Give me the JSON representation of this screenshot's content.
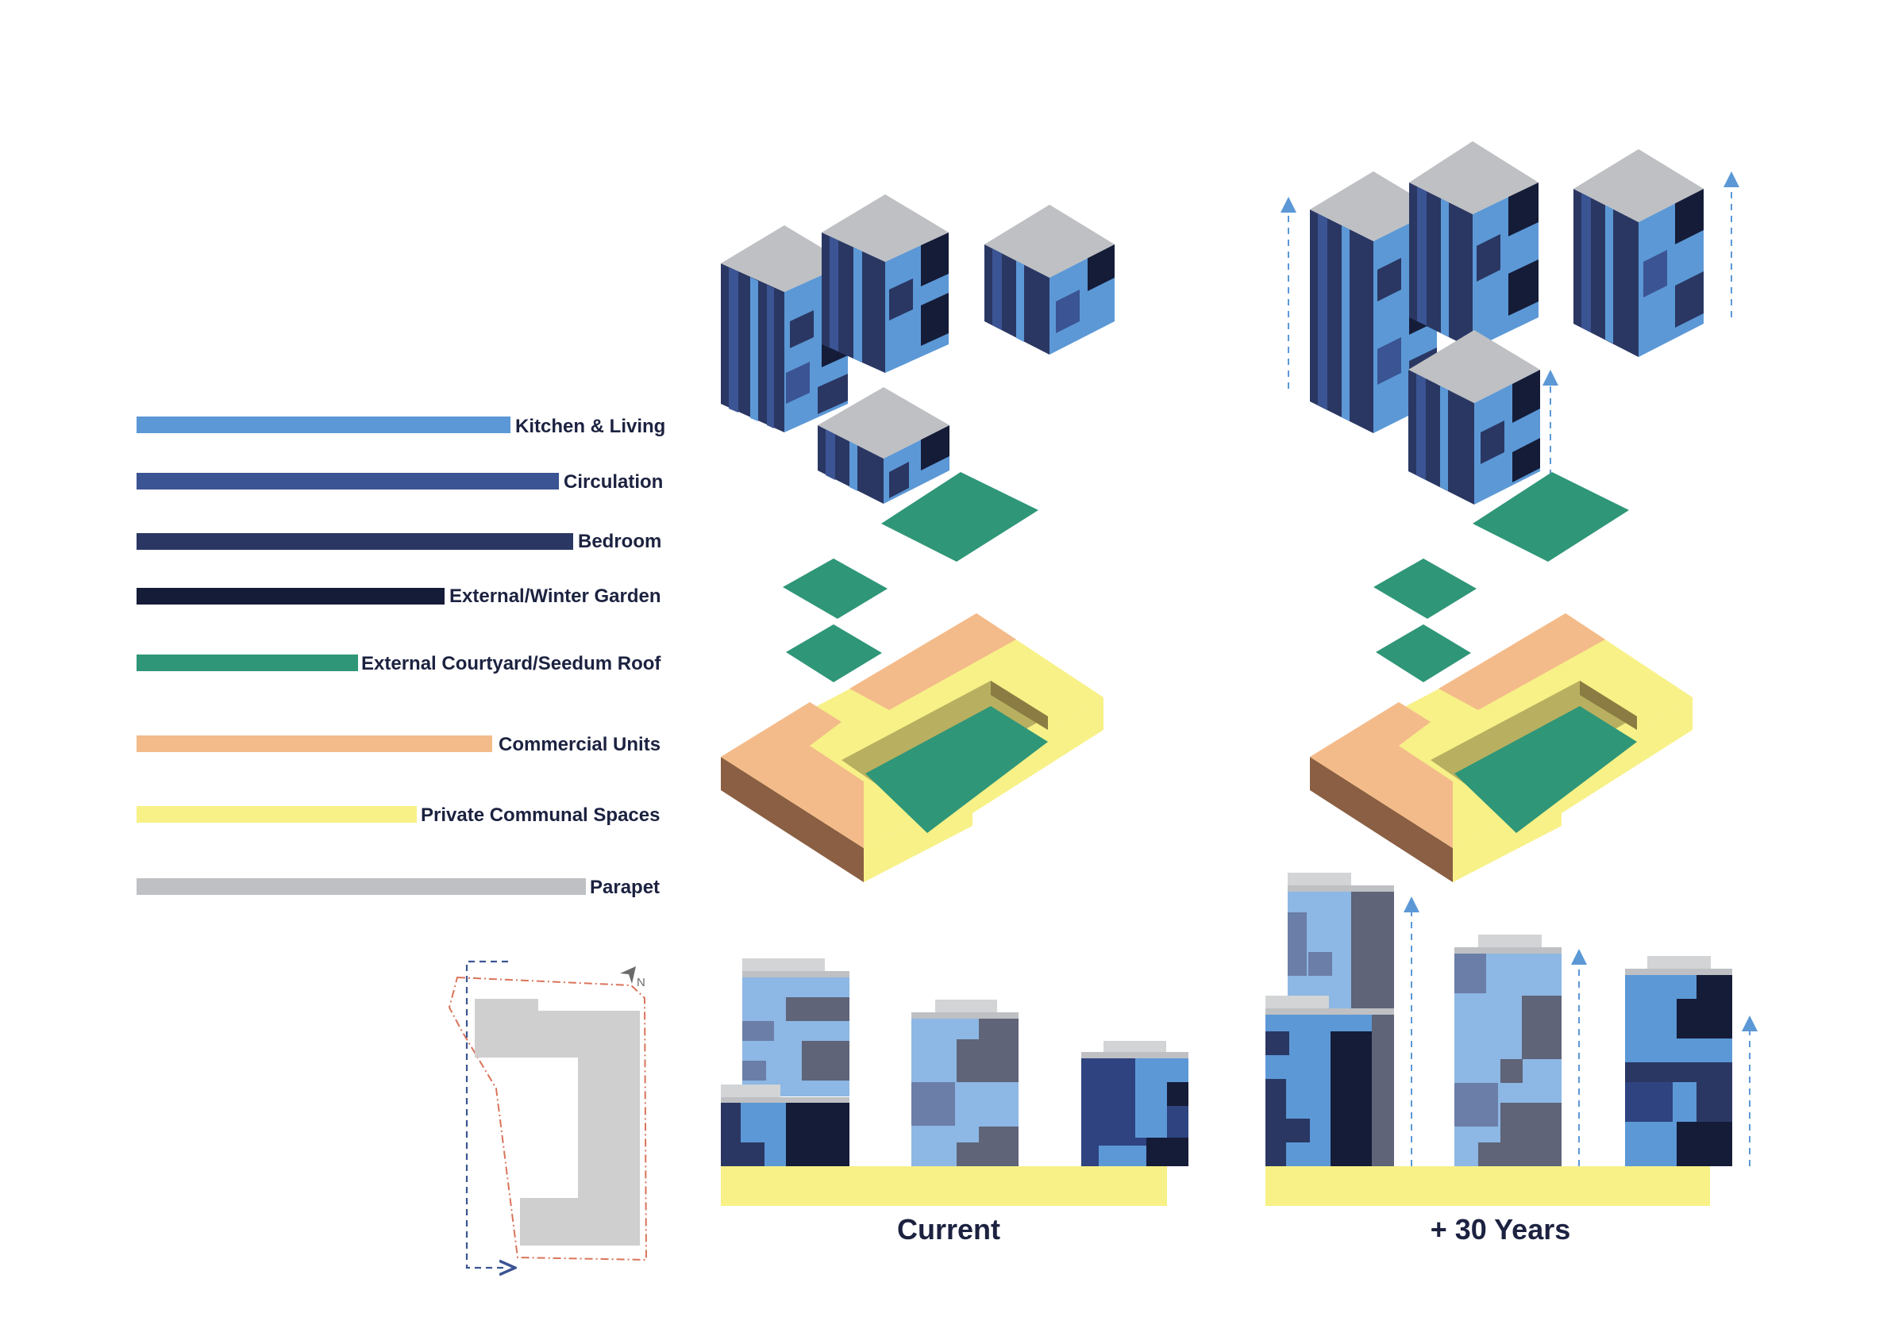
{
  "colors": {
    "kitchen_living": "#5c98d6",
    "circulation": "#3b5493",
    "bedroom": "#2a3763",
    "external_winter_garden": "#151c38",
    "courtyard_roof": "#2f9678",
    "commercial": "#f4bb8a",
    "private_communal": "#f7f188",
    "parapet": "#bec0c3"
  },
  "legend": {
    "items": [
      {
        "label": "Kitchen & Living",
        "color_key": "kitchen_living"
      },
      {
        "label": "Circulation",
        "color_key": "circulation"
      },
      {
        "label": "Bedroom",
        "color_key": "bedroom"
      },
      {
        "label": "External/Winter Garden",
        "color_key": "external_winter_garden"
      },
      {
        "label": "External Courtyard/Seedum Roof",
        "color_key": "courtyard_roof"
      },
      {
        "label": "Commercial Units",
        "color_key": "commercial"
      },
      {
        "label": "Private Communal Spaces",
        "color_key": "private_communal"
      },
      {
        "label": "Parapet",
        "color_key": "parapet"
      }
    ]
  },
  "site_plan": {
    "north_label": "N"
  },
  "scenarios": {
    "current": {
      "caption": "Current"
    },
    "future": {
      "caption": "+ 30 Years"
    }
  },
  "icons": [
    "north-arrow-icon",
    "growth-arrow-icon",
    "section-arrow-icon"
  ]
}
